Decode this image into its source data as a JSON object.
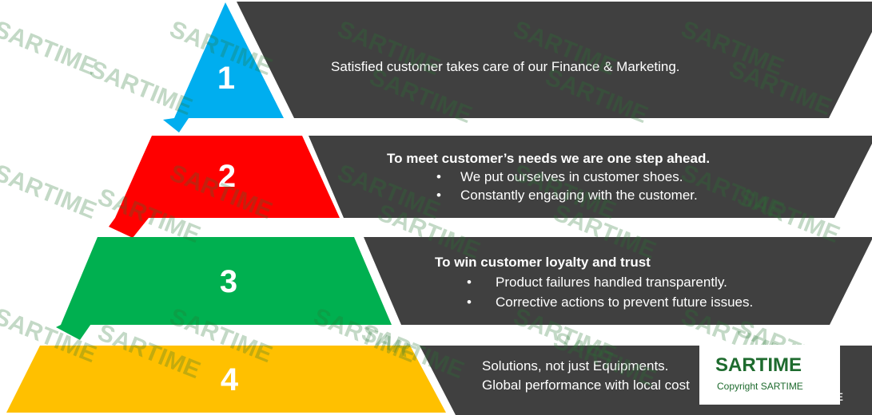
{
  "tiers": [
    {
      "number": "1",
      "color": "#00AEEF"
    },
    {
      "number": "2",
      "color": "#FF0000"
    },
    {
      "number": "3",
      "color": "#00B050"
    },
    {
      "number": "4",
      "color": "#FFC000"
    }
  ],
  "bands": {
    "band1": {
      "line": "Satisfied customer takes care of our Finance & Marketing."
    },
    "band2": {
      "heading": "To meet customer’s needs we are one step ahead.",
      "bullets": [
        "We put ourselves in customer shoes.",
        "Constantly engaging with the customer."
      ]
    },
    "band3": {
      "heading": "To win customer loyalty and trust",
      "bullets": [
        "Product failures handled transparently.",
        "Corrective actions to prevent future issues."
      ]
    },
    "band4": {
      "lines": [
        "Solutions, not just Equipments.",
        "Global performance with local cost"
      ]
    }
  },
  "bullet_glyph": "•",
  "band_color": "#404040",
  "watermark_text": "SARTIME",
  "brand": {
    "name": "SARTIME",
    "copyright": "Copyright SARTIME",
    "ghost": "SARTIME",
    "color": "#1E6B2E"
  }
}
